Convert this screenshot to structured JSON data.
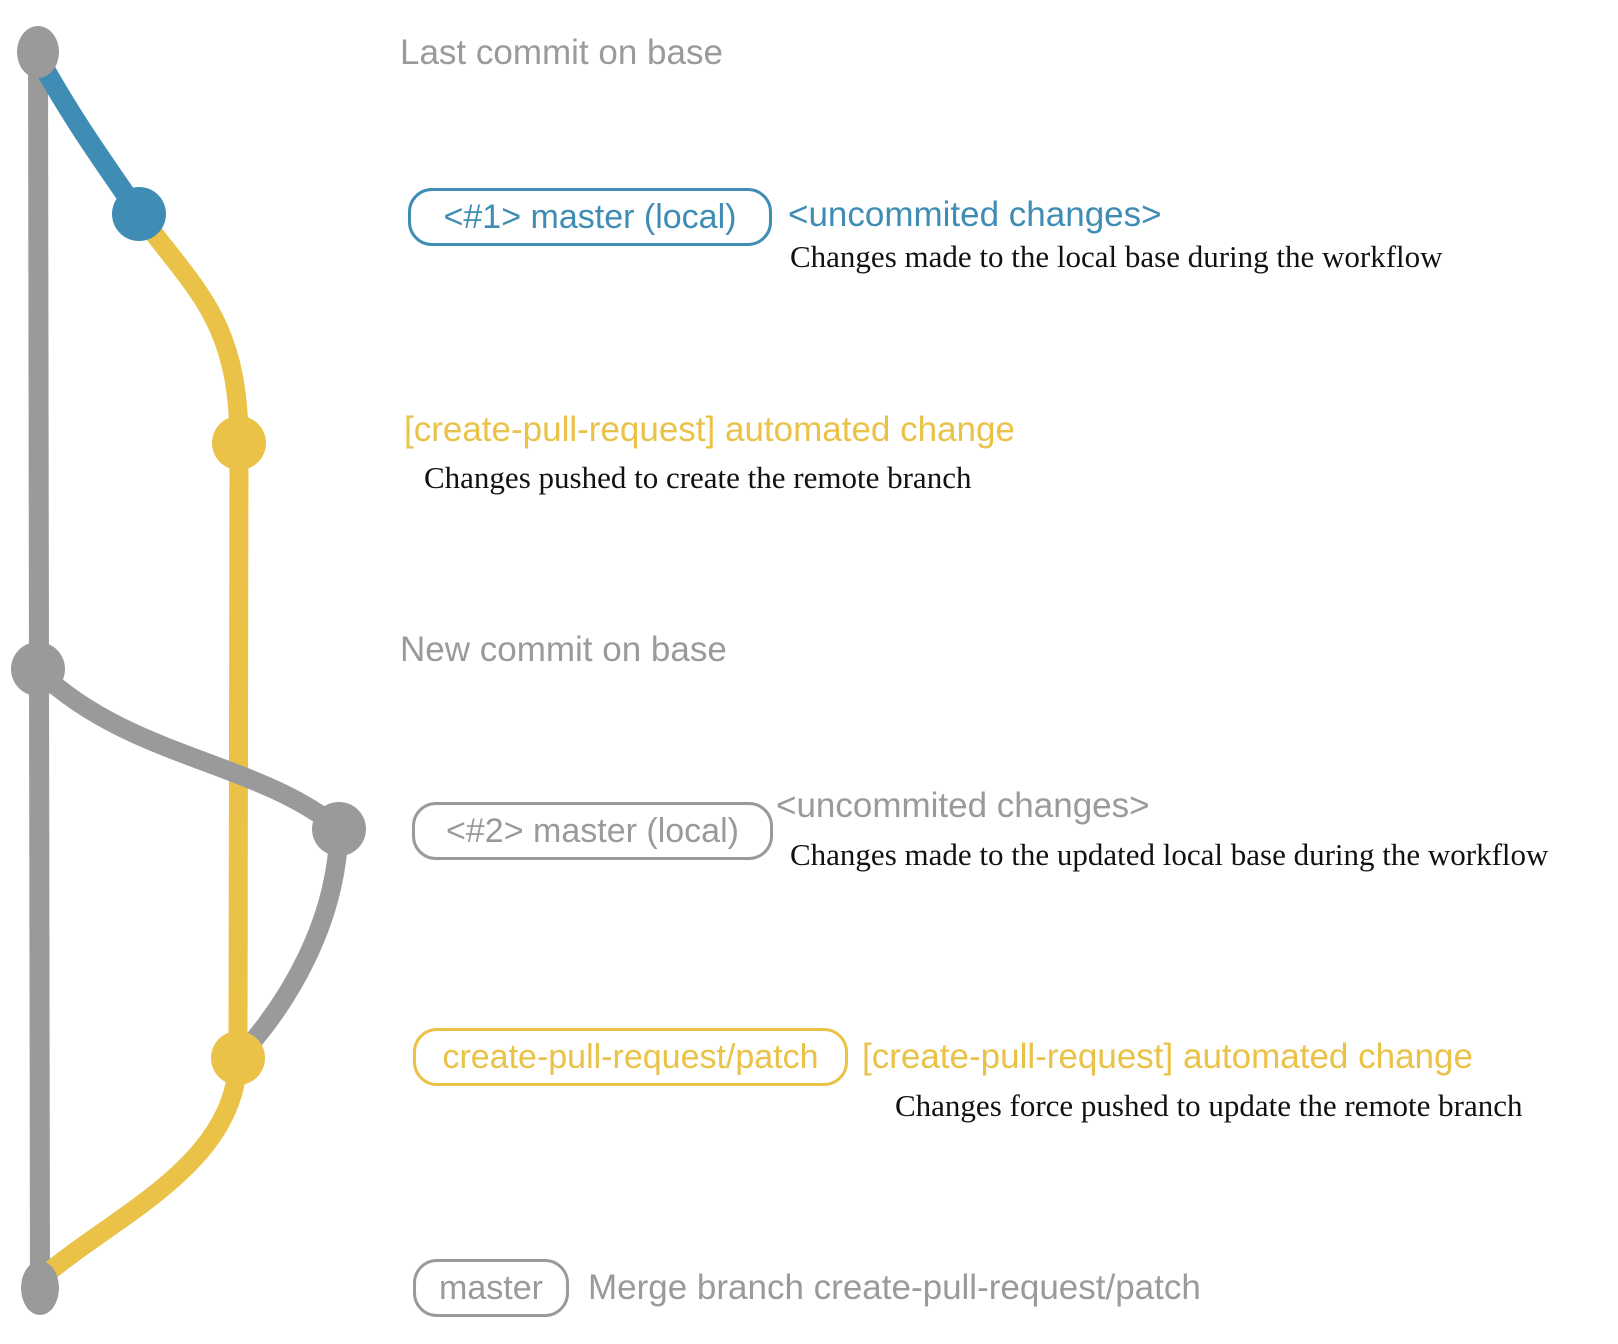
{
  "colors": {
    "blue": "#3f8cb4",
    "yellow": "#e9c247",
    "gray": "#9a9a9a",
    "desc_text": "#111111"
  },
  "graph": {
    "branches": [
      {
        "name": "master-remote-base",
        "color": "#9a9a9a"
      },
      {
        "name": "master-local-1",
        "color": "#3f8cb4"
      },
      {
        "name": "create-pull-request-patch",
        "color": "#e9c247"
      },
      {
        "name": "master-local-2",
        "color": "#9a9a9a"
      }
    ],
    "commits": [
      {
        "id": "last-commit-on-base",
        "color": "#9a9a9a"
      },
      {
        "id": "local-uncommited-1",
        "color": "#3f8cb4"
      },
      {
        "id": "patch-commit-1",
        "color": "#e9c247"
      },
      {
        "id": "new-commit-on-base",
        "color": "#9a9a9a"
      },
      {
        "id": "local-uncommited-2",
        "color": "#9a9a9a"
      },
      {
        "id": "patch-commit-2",
        "color": "#e9c247"
      },
      {
        "id": "merge-commit",
        "color": "#9a9a9a"
      }
    ]
  },
  "annotations": {
    "last_commit": "Last commit on base",
    "new_commit": "New commit on base",
    "merge_message": "Merge branch create-pull-request/patch",
    "row1": {
      "badge": "<#1> master (local)",
      "title": "<uncommited changes>",
      "desc": "Changes made to the local base during the workflow"
    },
    "row2": {
      "title": "[create-pull-request] automated change",
      "desc": "Changes pushed to create the remote branch"
    },
    "row3": {
      "badge": "<#2> master (local)",
      "title": "<uncommited changes>",
      "desc": "Changes made to the updated local base during the workflow"
    },
    "row4": {
      "badge": "create-pull-request/patch",
      "title": "[create-pull-request] automated change",
      "desc": "Changes force pushed to update the remote branch"
    },
    "row5": {
      "badge": "master"
    }
  }
}
